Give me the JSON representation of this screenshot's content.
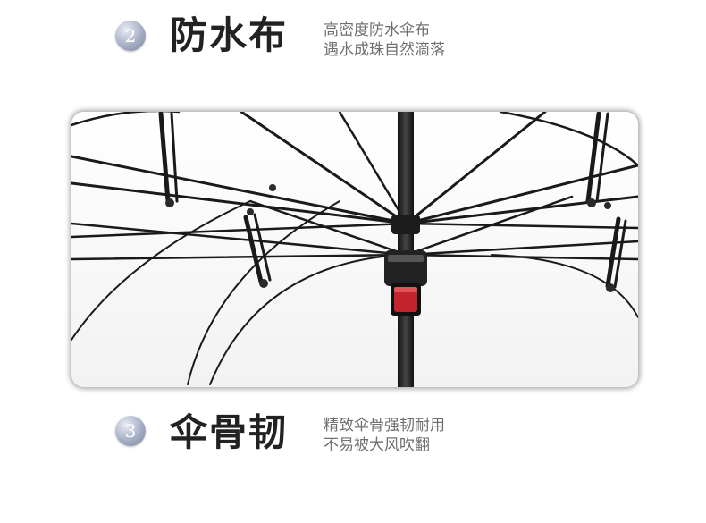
{
  "features": [
    {
      "number": "2",
      "title": "防水布",
      "desc_line1": "高密度防水伞布",
      "desc_line2": "遇水成珠自然滴落"
    },
    {
      "number": "3",
      "title": "伞骨韧",
      "desc_line1": "精致伞骨强韧耐用",
      "desc_line2": "不易被大风吹翻"
    }
  ],
  "photo": {
    "subject": "umbrella-frame-photo",
    "handle_accent_color": "#c4242c"
  }
}
